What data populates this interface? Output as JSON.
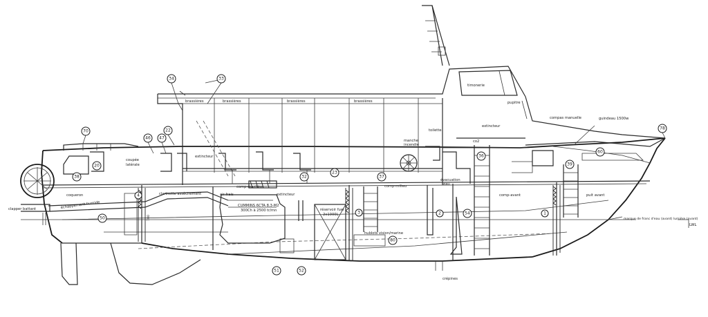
{
  "labels": {
    "timonerie": "timonerie",
    "pupitre": "pupitre",
    "brassieres1": "brassières",
    "brassieres2": "brassières",
    "brassieres3": "brassières",
    "brassieres4": "brassières",
    "couple_laterale_1": "coupée",
    "couple_laterale_2": "latérale",
    "extincteur_1": "extincteur",
    "extincteur_2": "extincteur",
    "extincteur_3": "extincteur",
    "manche_1": "manche",
    "manche_2": "incendie",
    "toilette": "toilette",
    "co2": "co2",
    "compas_manuelle": "compas manuelle",
    "guindeau": "guindeau 1500w",
    "coqueron": "coqueron",
    "echappement": "échappement humide",
    "clarinette": "clarinette assèchement",
    "air_frais": "air frais",
    "comp_machine": "comp-machine",
    "comp_milieu": "comp-milieu",
    "comp_avant": "comp-avant",
    "puit_avant": "puit avant",
    "engine_1": "CUMMINS 6CTA 8.3-M2",
    "engine_2": "300Ch à 2500 tr/mn",
    "reservoir_1": "réservoir fuel",
    "reservoir_2": "2x1000L",
    "evacuation_1": "évacuation",
    "evacuation_2": "eau",
    "haloids": "hublots vision/marine",
    "clapper": "clapper battant",
    "crepines": "crépines",
    "marque": "marque de franc d'eau (avant) lumière (avant)",
    "lwl": "LWL",
    "dim": "700"
  },
  "callouts": [
    "34",
    "33",
    "70",
    "46",
    "47",
    "22",
    "20",
    "38",
    "37",
    "32",
    "23",
    "36",
    "60",
    "39",
    "78",
    "4",
    "50",
    "3",
    "2",
    "54",
    "1",
    "80",
    "51",
    "52"
  ]
}
